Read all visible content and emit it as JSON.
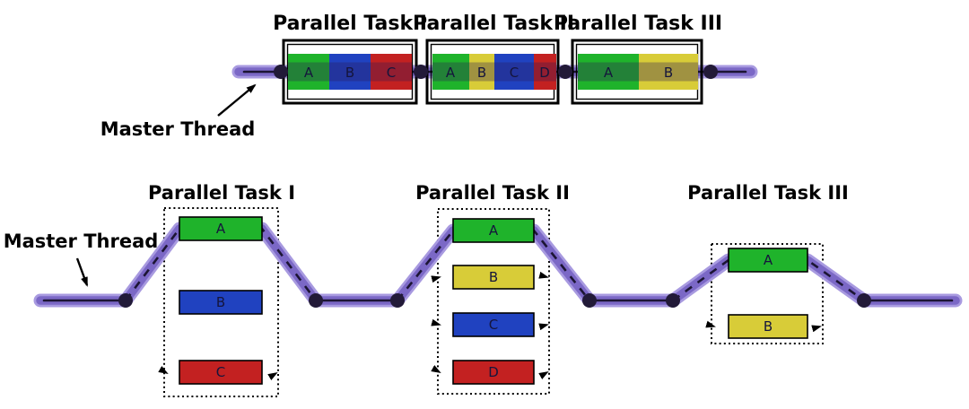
{
  "colors": {
    "green": "#1fb32b",
    "blue": "#2042c0",
    "red": "#c32121",
    "yellow": "#d8cc38",
    "purple_edge": "#a89ae0",
    "purple_core": "#7b68c6",
    "thread_line": "#1c1534",
    "node_dot": "#221a38",
    "outline": "#000000",
    "background": "#ffffff",
    "thread_overlay": "rgba(45,25,85,0.32)"
  },
  "labels": {
    "master_thread_top": "Master Thread",
    "master_thread_bottom": "Master Thread"
  },
  "timeline_view": {
    "tasks": [
      {
        "title": "Parallel Task I",
        "blocks": [
          {
            "label": "A",
            "color": "green"
          },
          {
            "label": "B",
            "color": "blue"
          },
          {
            "label": "C",
            "color": "red"
          }
        ]
      },
      {
        "title": "Parallel Task II",
        "blocks": [
          {
            "label": "A",
            "color": "green"
          },
          {
            "label": "B",
            "color": "yellow"
          },
          {
            "label": "C",
            "color": "blue"
          },
          {
            "label": "D",
            "color": "red"
          }
        ]
      },
      {
        "title": "Parallel Task III",
        "blocks": [
          {
            "label": "A",
            "color": "green"
          },
          {
            "label": "B",
            "color": "yellow"
          }
        ]
      }
    ]
  },
  "fork_join_view": {
    "tasks": [
      {
        "title": "Parallel Task I",
        "blocks": [
          {
            "label": "A",
            "color": "green"
          },
          {
            "label": "B",
            "color": "blue"
          },
          {
            "label": "C",
            "color": "red"
          }
        ]
      },
      {
        "title": "Parallel Task II",
        "blocks": [
          {
            "label": "A",
            "color": "green"
          },
          {
            "label": "B",
            "color": "yellow"
          },
          {
            "label": "C",
            "color": "blue"
          },
          {
            "label": "D",
            "color": "red"
          }
        ]
      },
      {
        "title": "Parallel Task III",
        "blocks": [
          {
            "label": "A",
            "color": "green"
          },
          {
            "label": "B",
            "color": "yellow"
          }
        ]
      }
    ]
  }
}
